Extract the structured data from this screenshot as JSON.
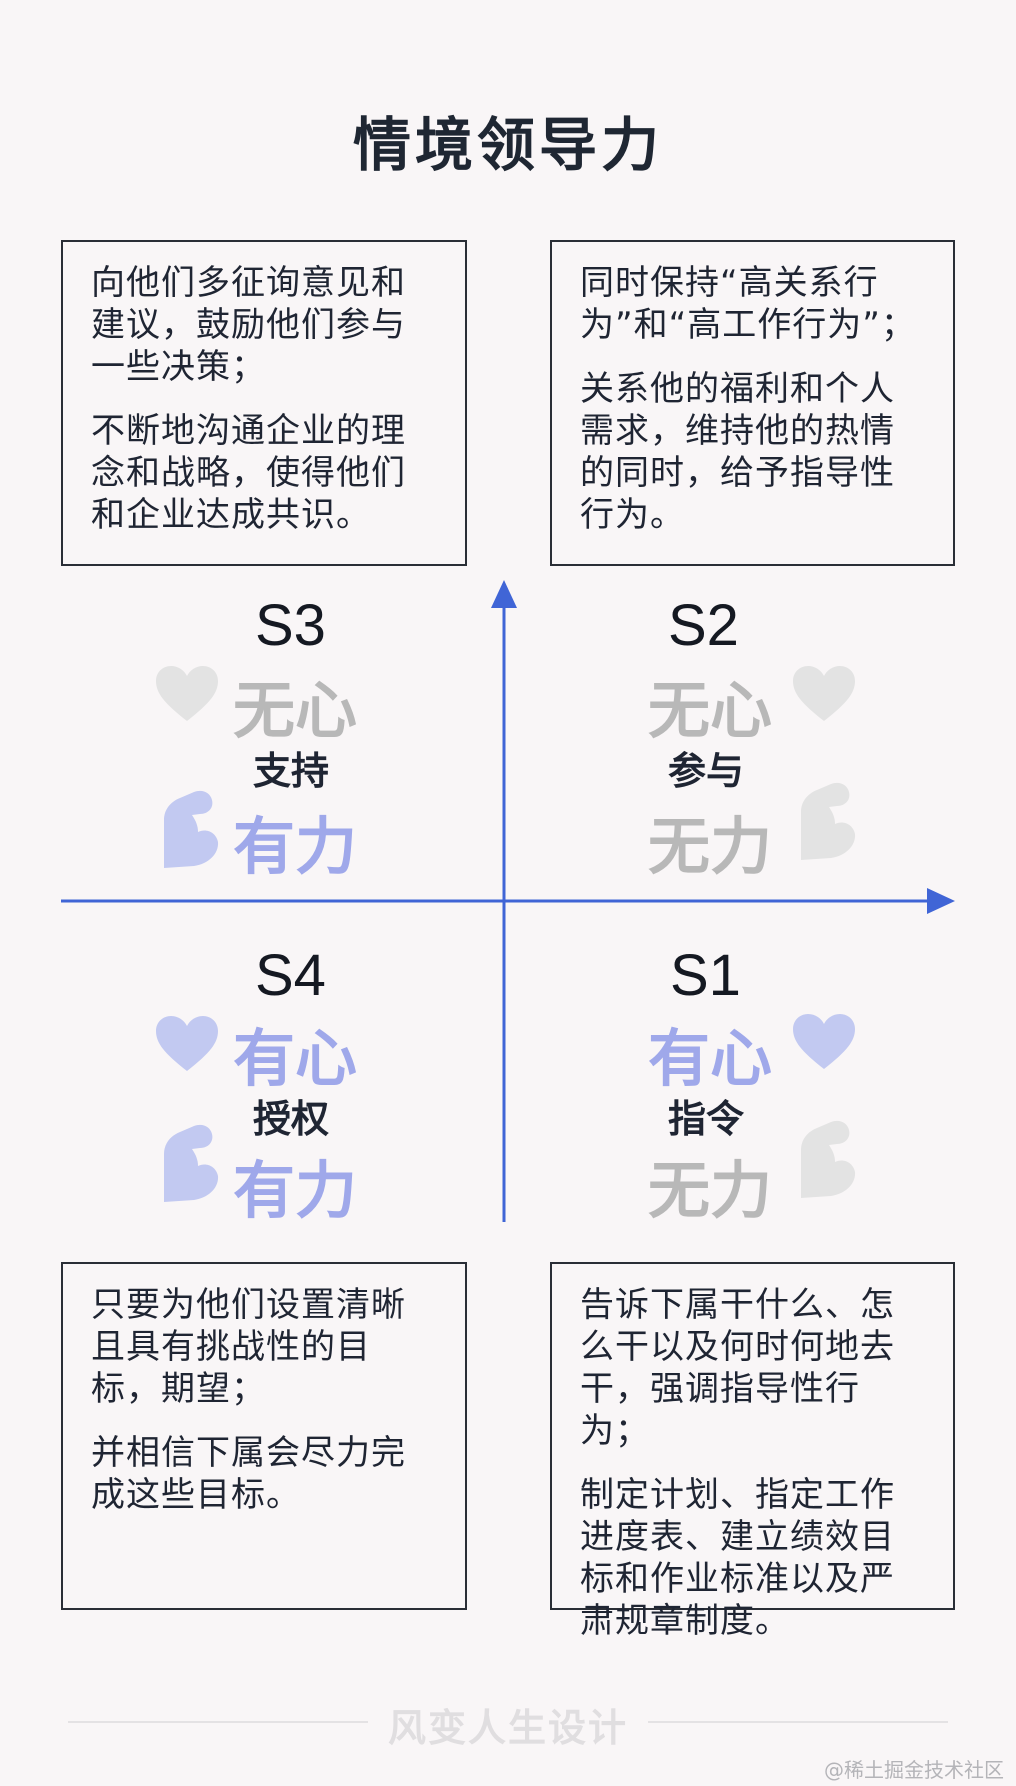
{
  "title": "情境领导力",
  "boxes": {
    "top_left": [
      "向他们多征询意见和建议，鼓励他们参与一些决策；",
      "不断地沟通企业的理念和战略，使得他们和企业达成共识。"
    ],
    "top_right": [
      "同时保持“高关系行为”和“高工作行为”；",
      "关系他的福利和个人需求，维持他的热情的同时，给予指导性行为。"
    ],
    "bottom_left": [
      "只要为他们设置清晰且具有挑战性的目标，期望；",
      "并相信下属会尽力完成这些目标。"
    ],
    "bottom_right": [
      "告诉下属干什么、怎么干以及何时何地去干，强调指导性行为；",
      "制定计划、指定工作进度表、建立绩效目标和作业标准以及严肃规章制度。"
    ]
  },
  "quadrants": {
    "s3": {
      "code": "S3",
      "heart": "无心",
      "style": "支持",
      "power": "有力",
      "heart_active": false,
      "power_active": true
    },
    "s2": {
      "code": "S2",
      "heart": "无心",
      "style": "参与",
      "power": "无力",
      "heart_active": false,
      "power_active": false
    },
    "s4": {
      "code": "S4",
      "heart": "有心",
      "style": "授权",
      "power": "有力",
      "heart_active": true,
      "power_active": true
    },
    "s1": {
      "code": "S1",
      "heart": "有心",
      "style": "指令",
      "power": "无力",
      "heart_active": true,
      "power_active": false
    }
  },
  "footer": "风变人生设计",
  "watermark": "@稀土掘金技术社区",
  "colors": {
    "axis": "#4065d6",
    "active": "#9fa8ea",
    "inactive": "#b8b8b8",
    "active_icon": "#c2c9f1",
    "inactive_icon": "#e3e3e3"
  }
}
